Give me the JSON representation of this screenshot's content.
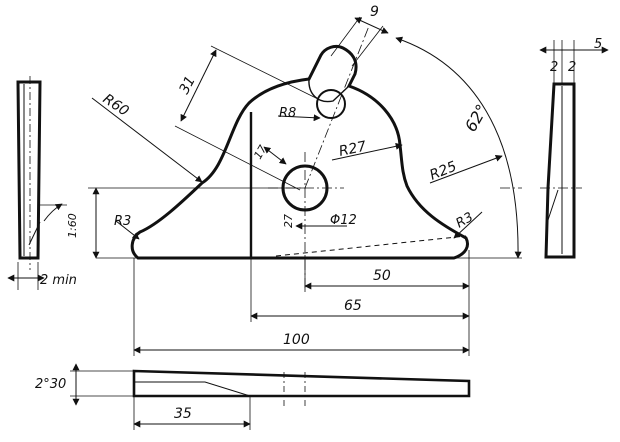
{
  "drawing": {
    "line_color": "#111111",
    "background": "#ffffff",
    "dims": {
      "angle_62": "62°",
      "r60": "R60",
      "d31": "31",
      "r8": "R8",
      "r27": "R27",
      "r25": "R25",
      "r3_left": "R3",
      "r3_right": "R3",
      "phi12": "Φ12",
      "d17": "17",
      "d27": "27",
      "d60": "1:60",
      "d50": "50",
      "d65": "65",
      "d100": "100",
      "d35": "35",
      "d9": "9",
      "d5": "5",
      "d2_left": "2",
      "d2_right": "2",
      "min2": "2 min",
      "angle_2_30": "2°30"
    }
  }
}
